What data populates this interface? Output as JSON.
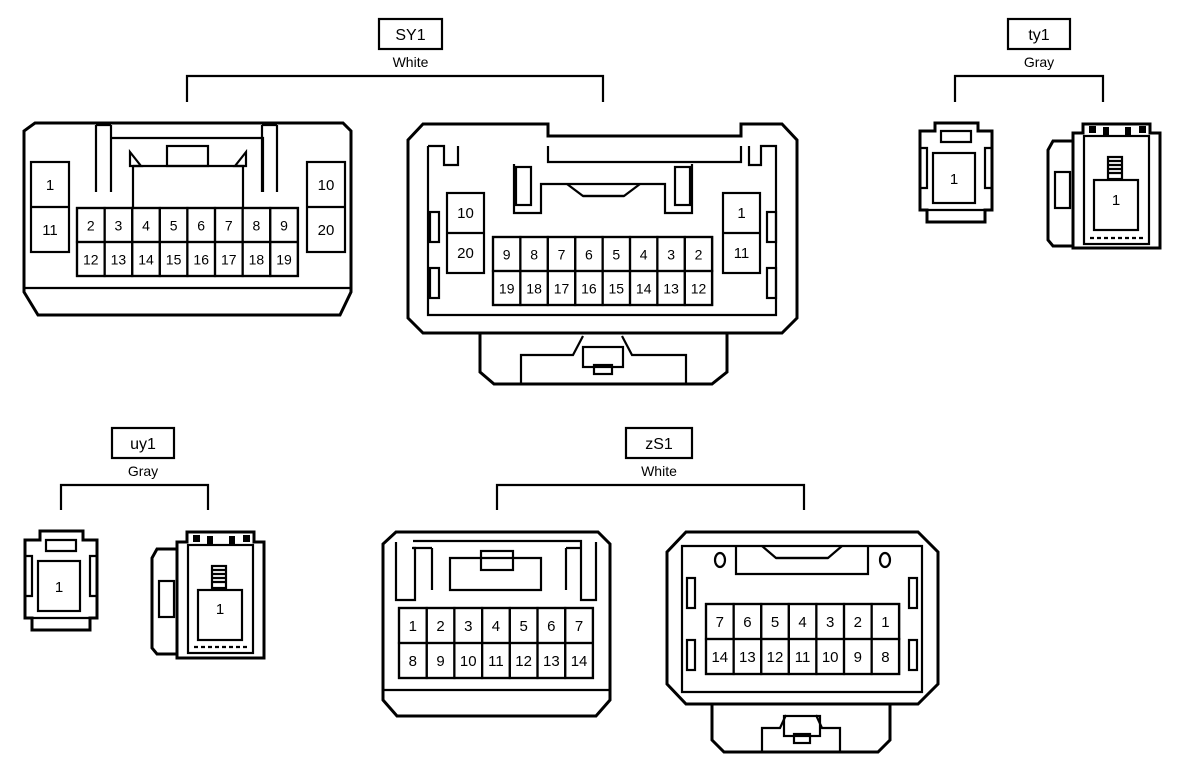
{
  "connectors": {
    "sy1": {
      "label": "SY1",
      "color": "White",
      "female_top": [
        "1",
        "2",
        "3",
        "4",
        "5",
        "6",
        "7",
        "8",
        "9",
        "10"
      ],
      "female_bottom": [
        "11",
        "12",
        "13",
        "14",
        "15",
        "16",
        "17",
        "18",
        "19",
        "20"
      ],
      "male_top": [
        "10",
        "9",
        "8",
        "7",
        "6",
        "5",
        "4",
        "3",
        "2",
        "1"
      ],
      "male_bottom": [
        "20",
        "19",
        "18",
        "17",
        "16",
        "15",
        "14",
        "13",
        "12",
        "11"
      ]
    },
    "ty1": {
      "label": "ty1",
      "color": "Gray",
      "pin_female": "1",
      "pin_male": "1"
    },
    "uy1": {
      "label": "uy1",
      "color": "Gray",
      "pin_female": "1",
      "pin_male": "1"
    },
    "zs1": {
      "label": "zS1",
      "color": "White",
      "female_top": [
        "1",
        "2",
        "3",
        "4",
        "5",
        "6",
        "7"
      ],
      "female_bottom": [
        "8",
        "9",
        "10",
        "11",
        "12",
        "13",
        "14"
      ],
      "male_top": [
        "7",
        "6",
        "5",
        "4",
        "3",
        "2",
        "1"
      ],
      "male_bottom": [
        "14",
        "13",
        "12",
        "11",
        "10",
        "9",
        "8"
      ]
    }
  }
}
